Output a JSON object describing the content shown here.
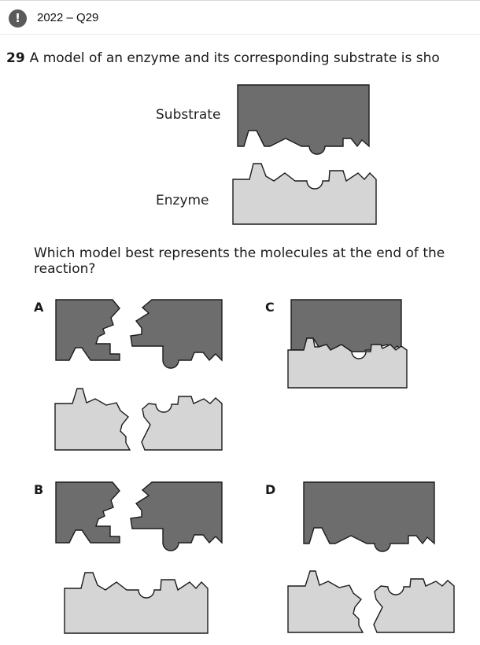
{
  "header": {
    "icon": "exclamation-icon",
    "title": "2022 – Q29"
  },
  "question": {
    "number": "29",
    "text": "A model of an enzyme and its corresponding substrate is sho",
    "substrate_label": "Substrate",
    "enzyme_label": "Enzyme",
    "prompt": "Which model best represents the molecules at the end of the reaction?"
  },
  "options": {
    "a": "A",
    "b": "B",
    "c": "C",
    "d": "D"
  },
  "colors": {
    "substrate": "#6d6d6d",
    "enzyme": "#d5d5d5",
    "outline": "#1c1c1c"
  }
}
